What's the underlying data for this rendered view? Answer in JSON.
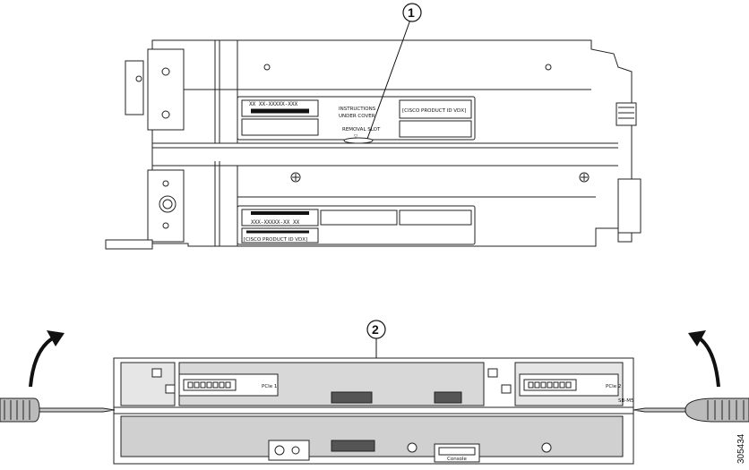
{
  "top_view": {
    "label_top_left": "XX XX-XXXXX-XXX",
    "label_top_instructions_line1": "INSTRUCTIONS",
    "label_top_instructions_line2": "UNDER COVER",
    "label_top_removal": "REMOVAL SLOT",
    "label_top_product": "[CISCO PRODUCT ID VDX]",
    "label_bottom_left": "XXX-XXXXX-XX XX",
    "label_bottom_product": "[CISCO PRODUCT ID VDX]"
  },
  "front_view": {
    "pcie_left": "PCIe 1",
    "pcie_right": "PCIe 2",
    "slot_tag": "SB-M5",
    "console_label": "Console"
  },
  "callouts": [
    "1",
    "2"
  ],
  "figure_id": "305434"
}
